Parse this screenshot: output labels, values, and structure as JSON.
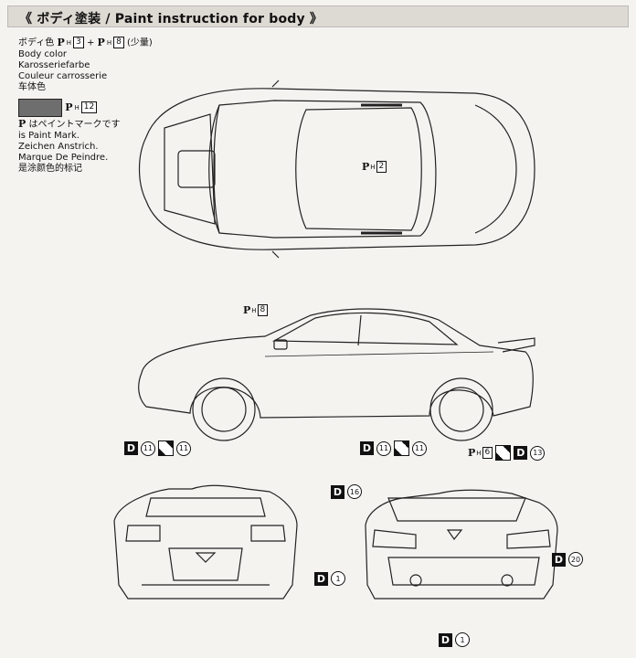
{
  "header": {
    "title": "《 ボディ塗装 / Paint instruction for body 》"
  },
  "legend": {
    "jp_label": "ボディ色",
    "formula": {
      "p1": "3",
      "plus": "+",
      "p2": "8",
      "note": "(少量)"
    },
    "lines": [
      "Body color",
      "Karosseriefarbe",
      "Couleur carrosserie",
      "车体色"
    ],
    "swatch_code": "12",
    "swatch_color": "#6e6e6e"
  },
  "paint_mark": {
    "title": "はペイントマークです",
    "lines": [
      "is Paint Mark.",
      "Zeichen Anstrich.",
      "Marque De Peindre.",
      "是涂颜色的标记"
    ]
  },
  "labels": {
    "p_letter": "P",
    "p_sub": "H",
    "d_letter": "D",
    "top_view_code": "2",
    "side_view_code": "8",
    "front_wheel_num1": "11",
    "front_wheel_num2": "11",
    "rear_wheel_num1": "11",
    "rear_wheel_num2": "11",
    "rear_spoiler_code": "6",
    "rear_spoiler_decal": "13",
    "front_grille_decal": "1",
    "rear_window_decal": "16",
    "rear_side_decal": "20",
    "rear_bumper_decal": "1"
  }
}
